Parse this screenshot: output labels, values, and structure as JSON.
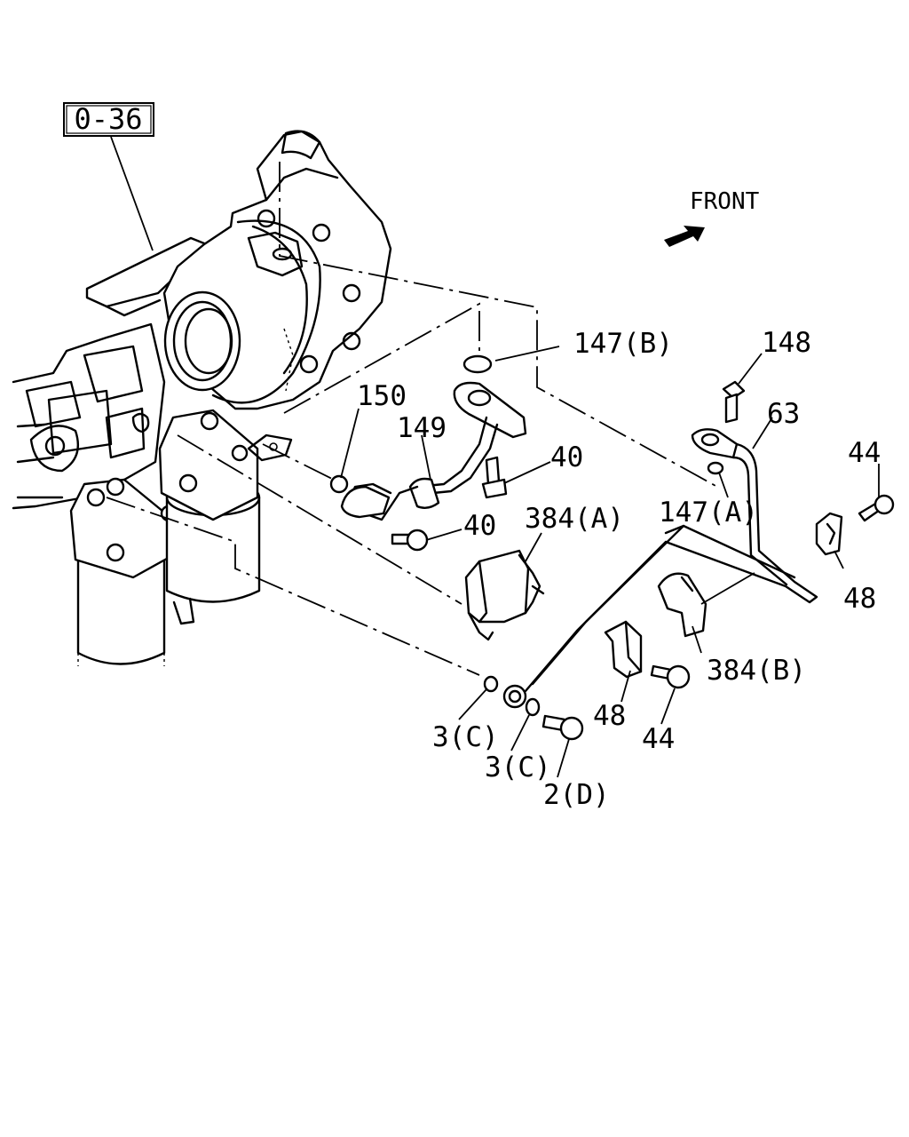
{
  "reference_box": "0-36",
  "direction": {
    "label": "FRONT",
    "icon": "front-arrow-icon"
  },
  "callouts": [
    {
      "id": "147b",
      "text": "147(B)"
    },
    {
      "id": "148",
      "text": "148"
    },
    {
      "id": "150",
      "text": "150"
    },
    {
      "id": "149",
      "text": "149"
    },
    {
      "id": "63",
      "text": "63"
    },
    {
      "id": "40a",
      "text": "40"
    },
    {
      "id": "44a",
      "text": "44"
    },
    {
      "id": "384a",
      "text": "384(A)"
    },
    {
      "id": "147a",
      "text": "147(A)"
    },
    {
      "id": "40b",
      "text": "40"
    },
    {
      "id": "48a",
      "text": "48"
    },
    {
      "id": "384b",
      "text": "384(B)"
    },
    {
      "id": "48b",
      "text": "48"
    },
    {
      "id": "44b",
      "text": "44"
    },
    {
      "id": "3c1",
      "text": "3(C)"
    },
    {
      "id": "3c2",
      "text": "3(C)"
    },
    {
      "id": "2d",
      "text": "2(D)"
    }
  ]
}
